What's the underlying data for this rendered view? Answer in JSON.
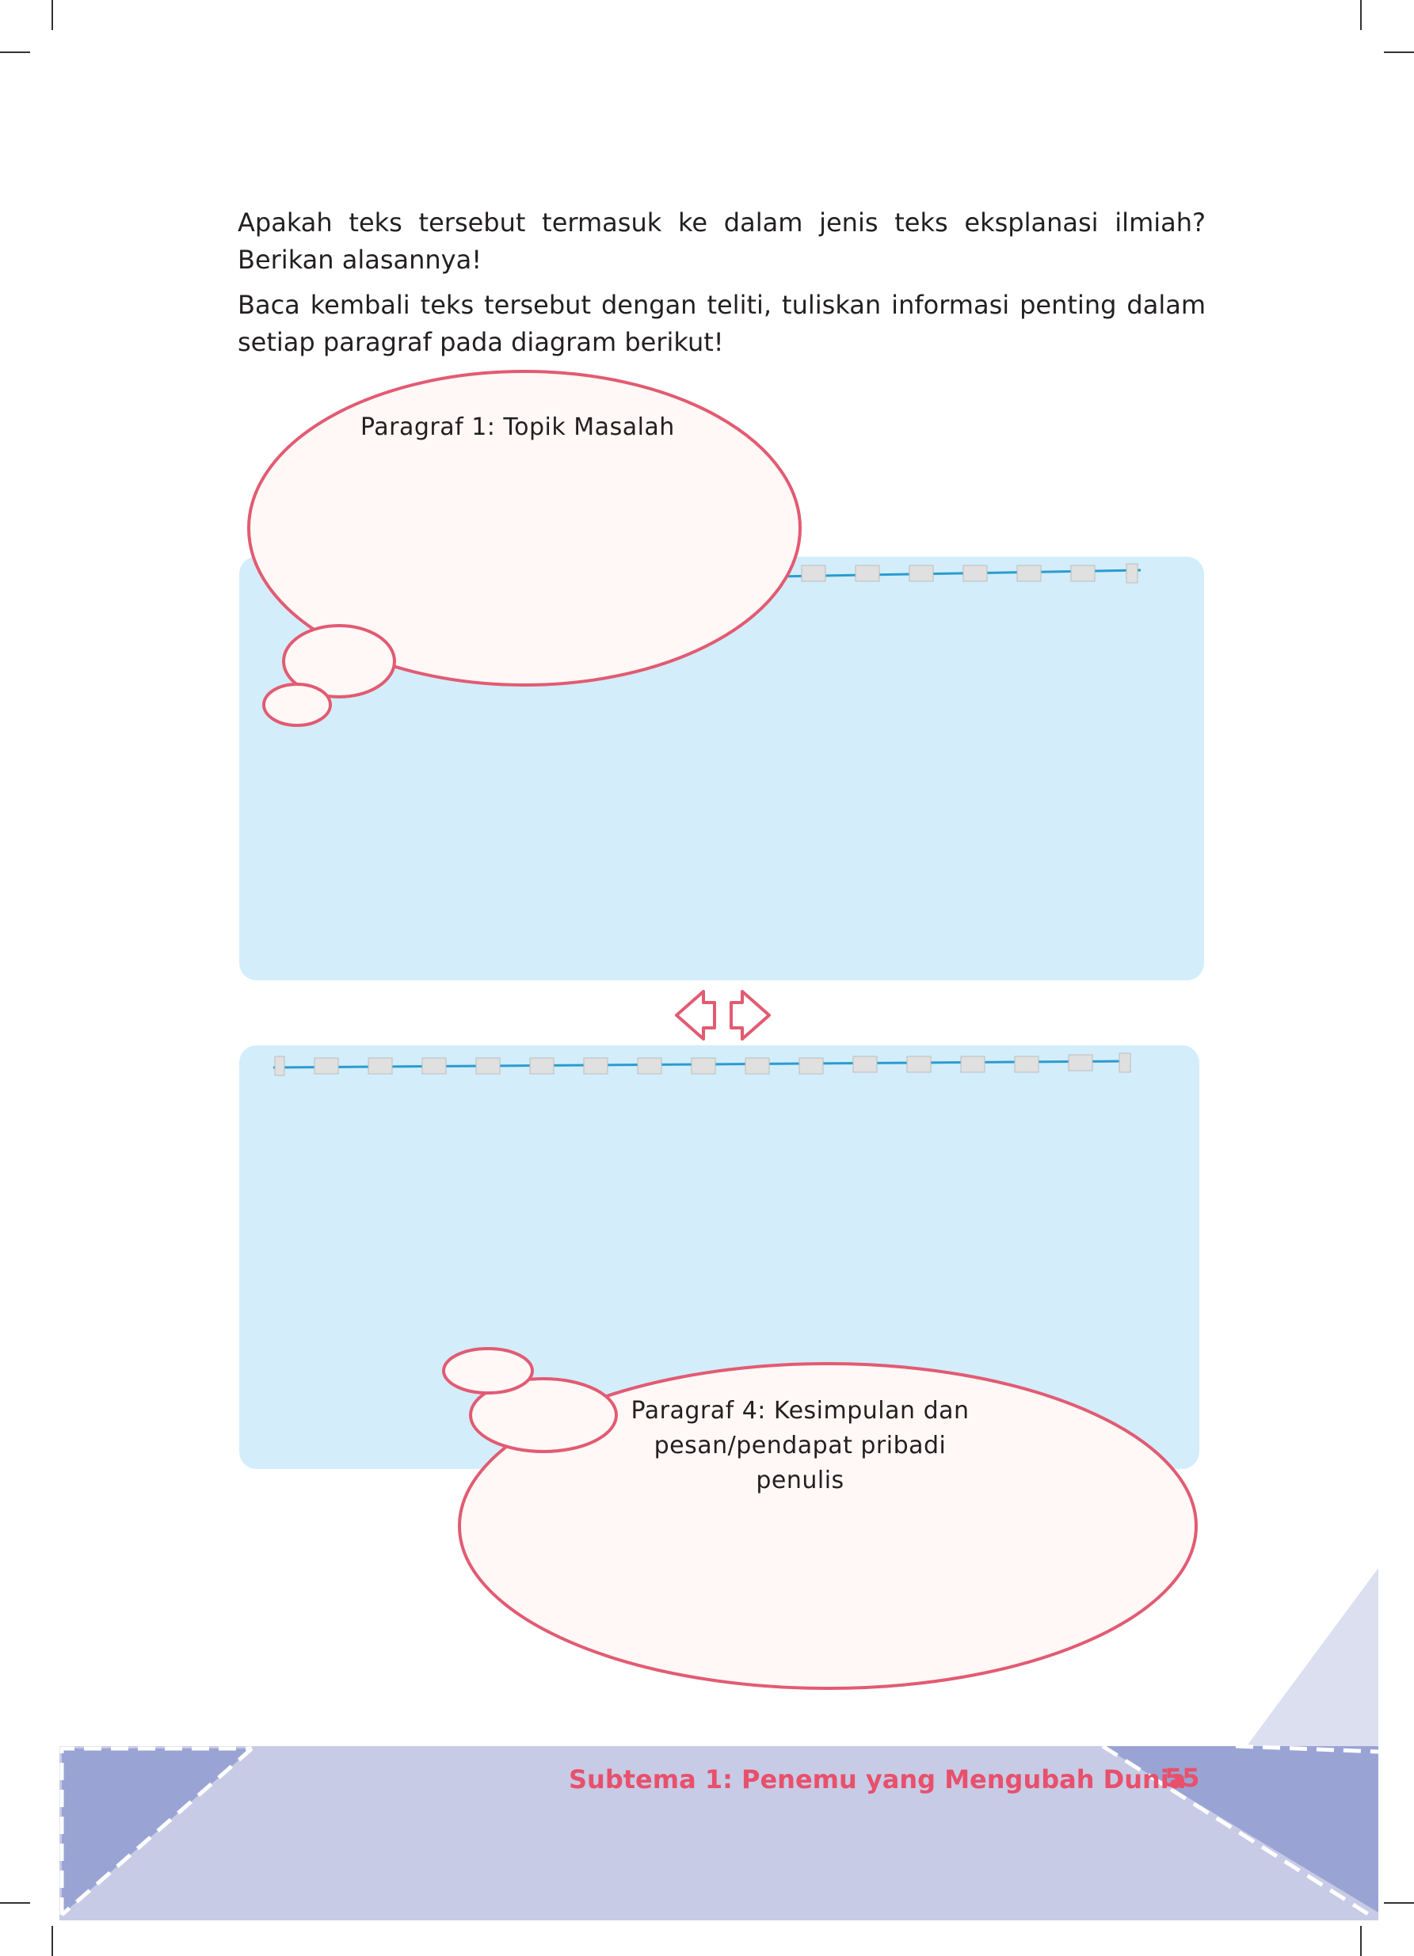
{
  "instructions": {
    "question_1": "Apakah teks tersebut termasuk ke dalam jenis teks eksplanasi ilmiah? Berikan alasannya!",
    "question_2": "Baca kembali teks tersebut dengan teliti, tuliskan informasi penting dalam setiap paragraf  pada diagram berikut!"
  },
  "diagram": {
    "bubble_1_label": "Paragraf 1: Topik Masalah",
    "bubble_4_label_line1": "Paragraf 4: Kesimpulan dan",
    "bubble_4_label_line2": "pesan/pendapat pribadi penulis"
  },
  "footer": {
    "subtheme": "Subtema 1: Penemu yang Mengubah Dunia",
    "page_number": "55"
  },
  "colors": {
    "accent": "#e25b72",
    "panel": "#d3edfa",
    "bubble_fill": "#fff8f7",
    "footer_band": "#c8cbe6",
    "footer_dark": "#9aa4d4",
    "footer_text": "#e8506b"
  }
}
